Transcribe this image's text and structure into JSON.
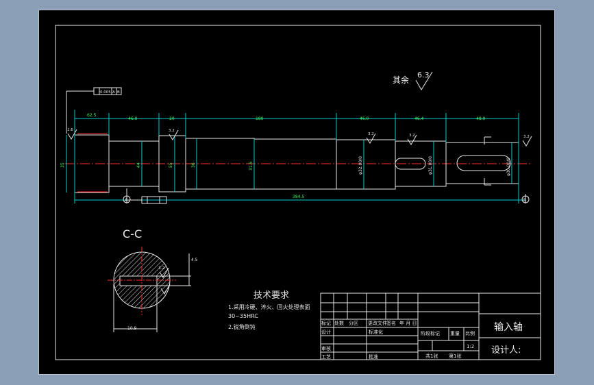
{
  "drawing": {
    "part_name": "输入轴",
    "designer_label": "设计人:",
    "surface_roughness": {
      "rest_label": "其余",
      "value": "6.3"
    },
    "section_title": "C-C",
    "tech_requirements": {
      "title": "技术要求",
      "items": [
        "1.采用冷硬、淬火、回火处理表面",
        "30~35HRC",
        "2.锐角倒钝"
      ]
    },
    "title_block": {
      "row_headers": [
        "标记",
        "处数",
        "分区",
        "更改文件",
        "签名",
        "年 月 日"
      ],
      "design": "设计",
      "standardize": "标准化",
      "stage_mark": "阶段标记",
      "weight": "重量",
      "ratio": "比例",
      "scale": "1:2",
      "review": "审核",
      "process": "工艺",
      "approve": "批准",
      "sheet_total": "共1张",
      "sheet_no": "第1张"
    },
    "dimensions": {
      "top": [
        "62.5",
        "46.0",
        "20",
        "180",
        "46.0",
        "46.4",
        "48.0"
      ],
      "overall": "384.5",
      "diameters": [
        "35",
        "44",
        "55",
        "36",
        "31.5"
      ],
      "fits": [
        "φ32.00/0",
        "φ31.00/0",
        "φ30.00/0"
      ],
      "roughness_marks": [
        "1.6",
        "3.2",
        "3.2",
        "3.2",
        "3.2"
      ],
      "tolerance_frames": [
        "0.005",
        "A",
        "B"
      ],
      "section": [
        "10.9",
        "3.2",
        "4.5"
      ]
    }
  }
}
